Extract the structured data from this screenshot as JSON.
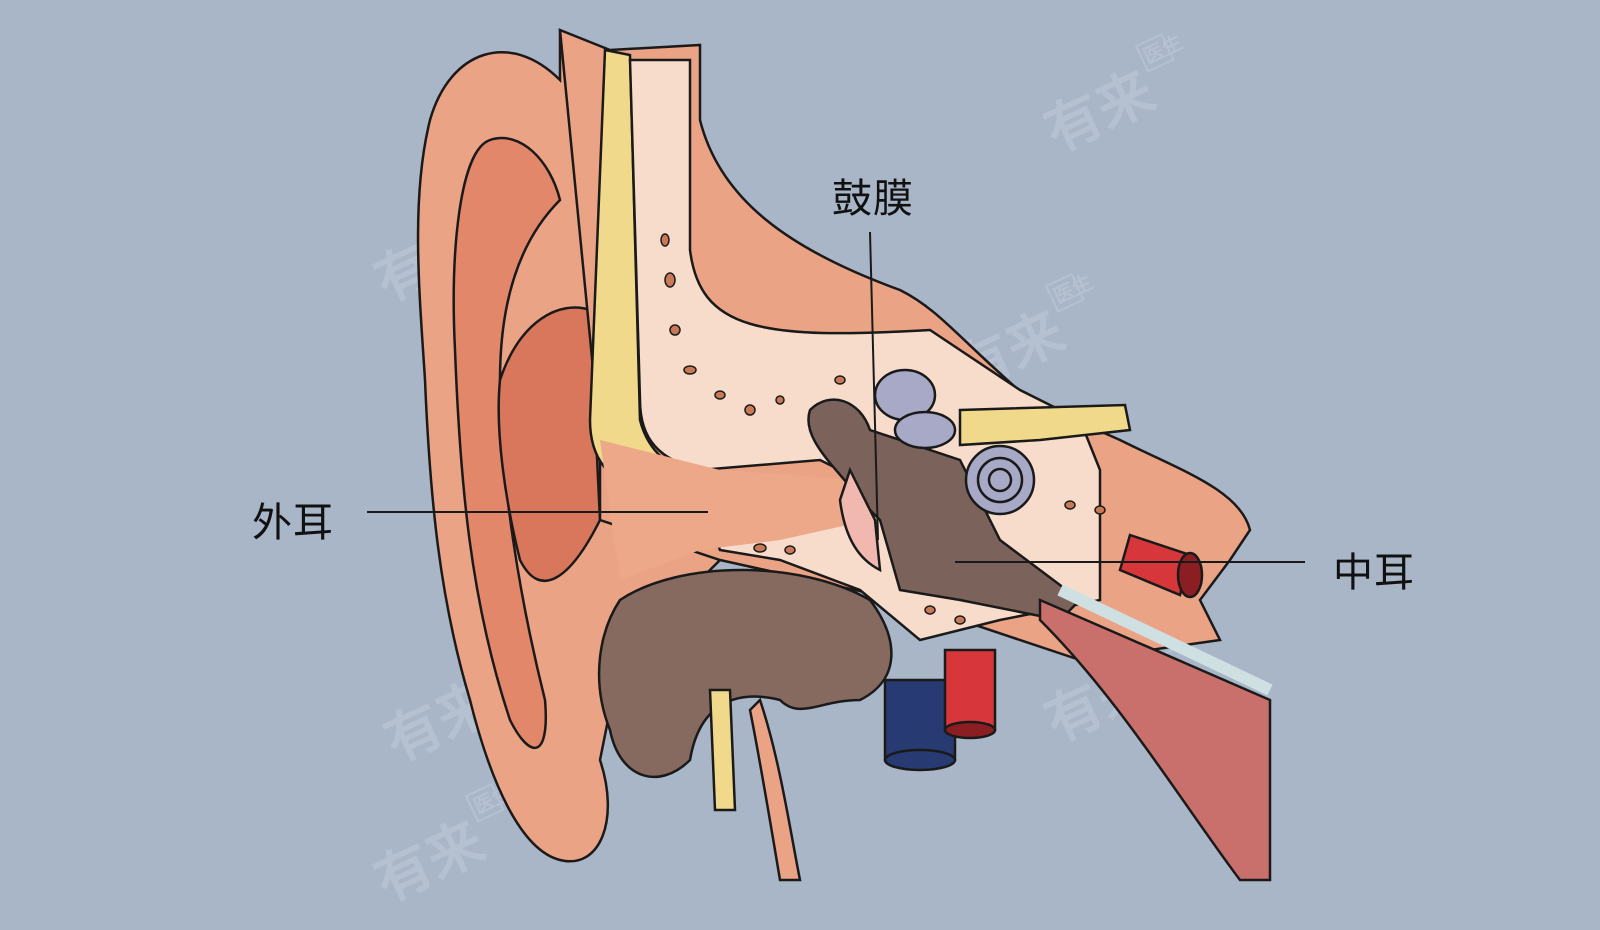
{
  "labels": {
    "eardrum": "鼓膜",
    "outer_ear": "外耳",
    "middle_ear": "中耳"
  },
  "watermark": {
    "main": "有来",
    "sub": "医生"
  },
  "colors": {
    "background": "#a9b6c8",
    "skin": "#e9a183",
    "cartilage": "#f0d98a",
    "bone": "#f8dccb",
    "cavity": "#7b625a",
    "inner_ear": "#a7a9c6",
    "artery": "#d7373a",
    "vein": "#283a72"
  }
}
